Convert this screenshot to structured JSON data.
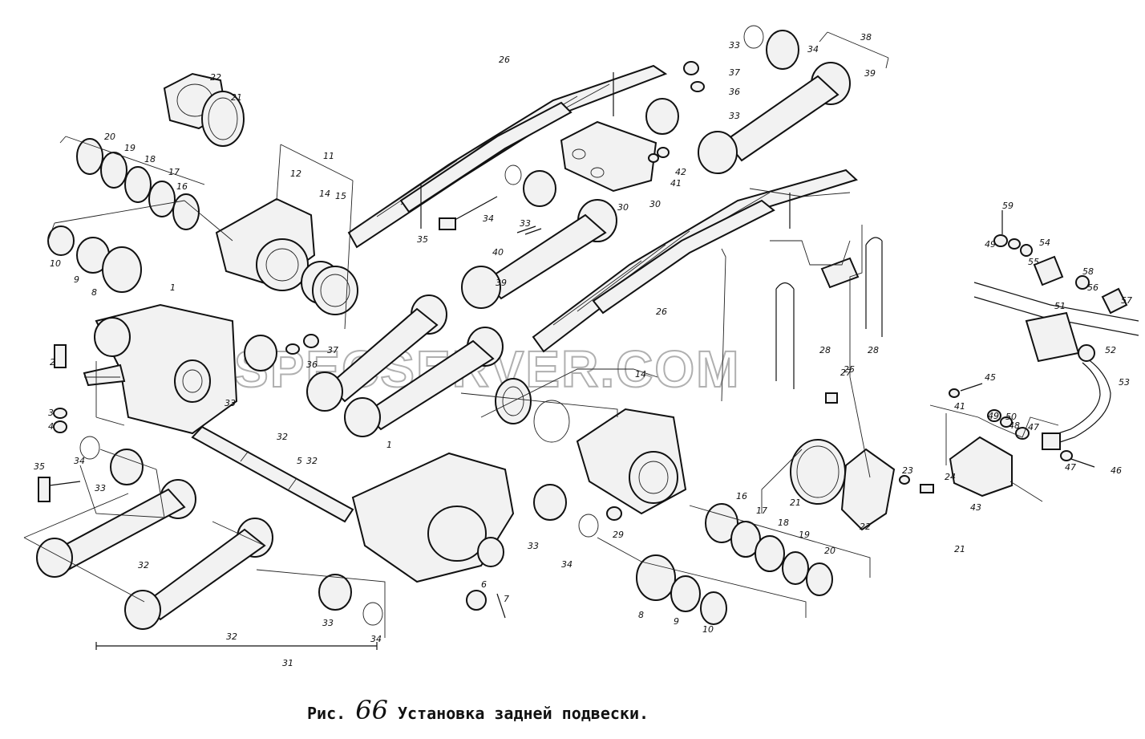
{
  "caption": {
    "prefix": "Рис.",
    "number": "66",
    "title": "Установка задней подвески."
  },
  "watermark": "SPECSERVER.COM",
  "labels": [
    "1",
    "1",
    "2",
    "3",
    "4",
    "5",
    "6",
    "7",
    "8",
    "8",
    "9",
    "9",
    "10",
    "10",
    "11",
    "12",
    "14",
    "14",
    "15",
    "16",
    "16",
    "17",
    "17",
    "18",
    "18",
    "19",
    "19",
    "20",
    "20",
    "21",
    "21",
    "21",
    "22",
    "22",
    "23",
    "24",
    "25",
    "26",
    "26",
    "27",
    "28",
    "28",
    "29",
    "30",
    "30",
    "31",
    "32",
    "32",
    "32",
    "32",
    "33",
    "33",
    "33",
    "33",
    "33",
    "33",
    "33",
    "34",
    "34",
    "34",
    "34",
    "34",
    "35",
    "35",
    "36",
    "36",
    "37",
    "37",
    "38",
    "39",
    "39",
    "40",
    "41",
    "41",
    "42",
    "43",
    "45",
    "46",
    "47",
    "47",
    "48",
    "49",
    "49",
    "50",
    "51",
    "52",
    "53",
    "54",
    "55",
    "56",
    "57",
    "58",
    "59"
  ]
}
